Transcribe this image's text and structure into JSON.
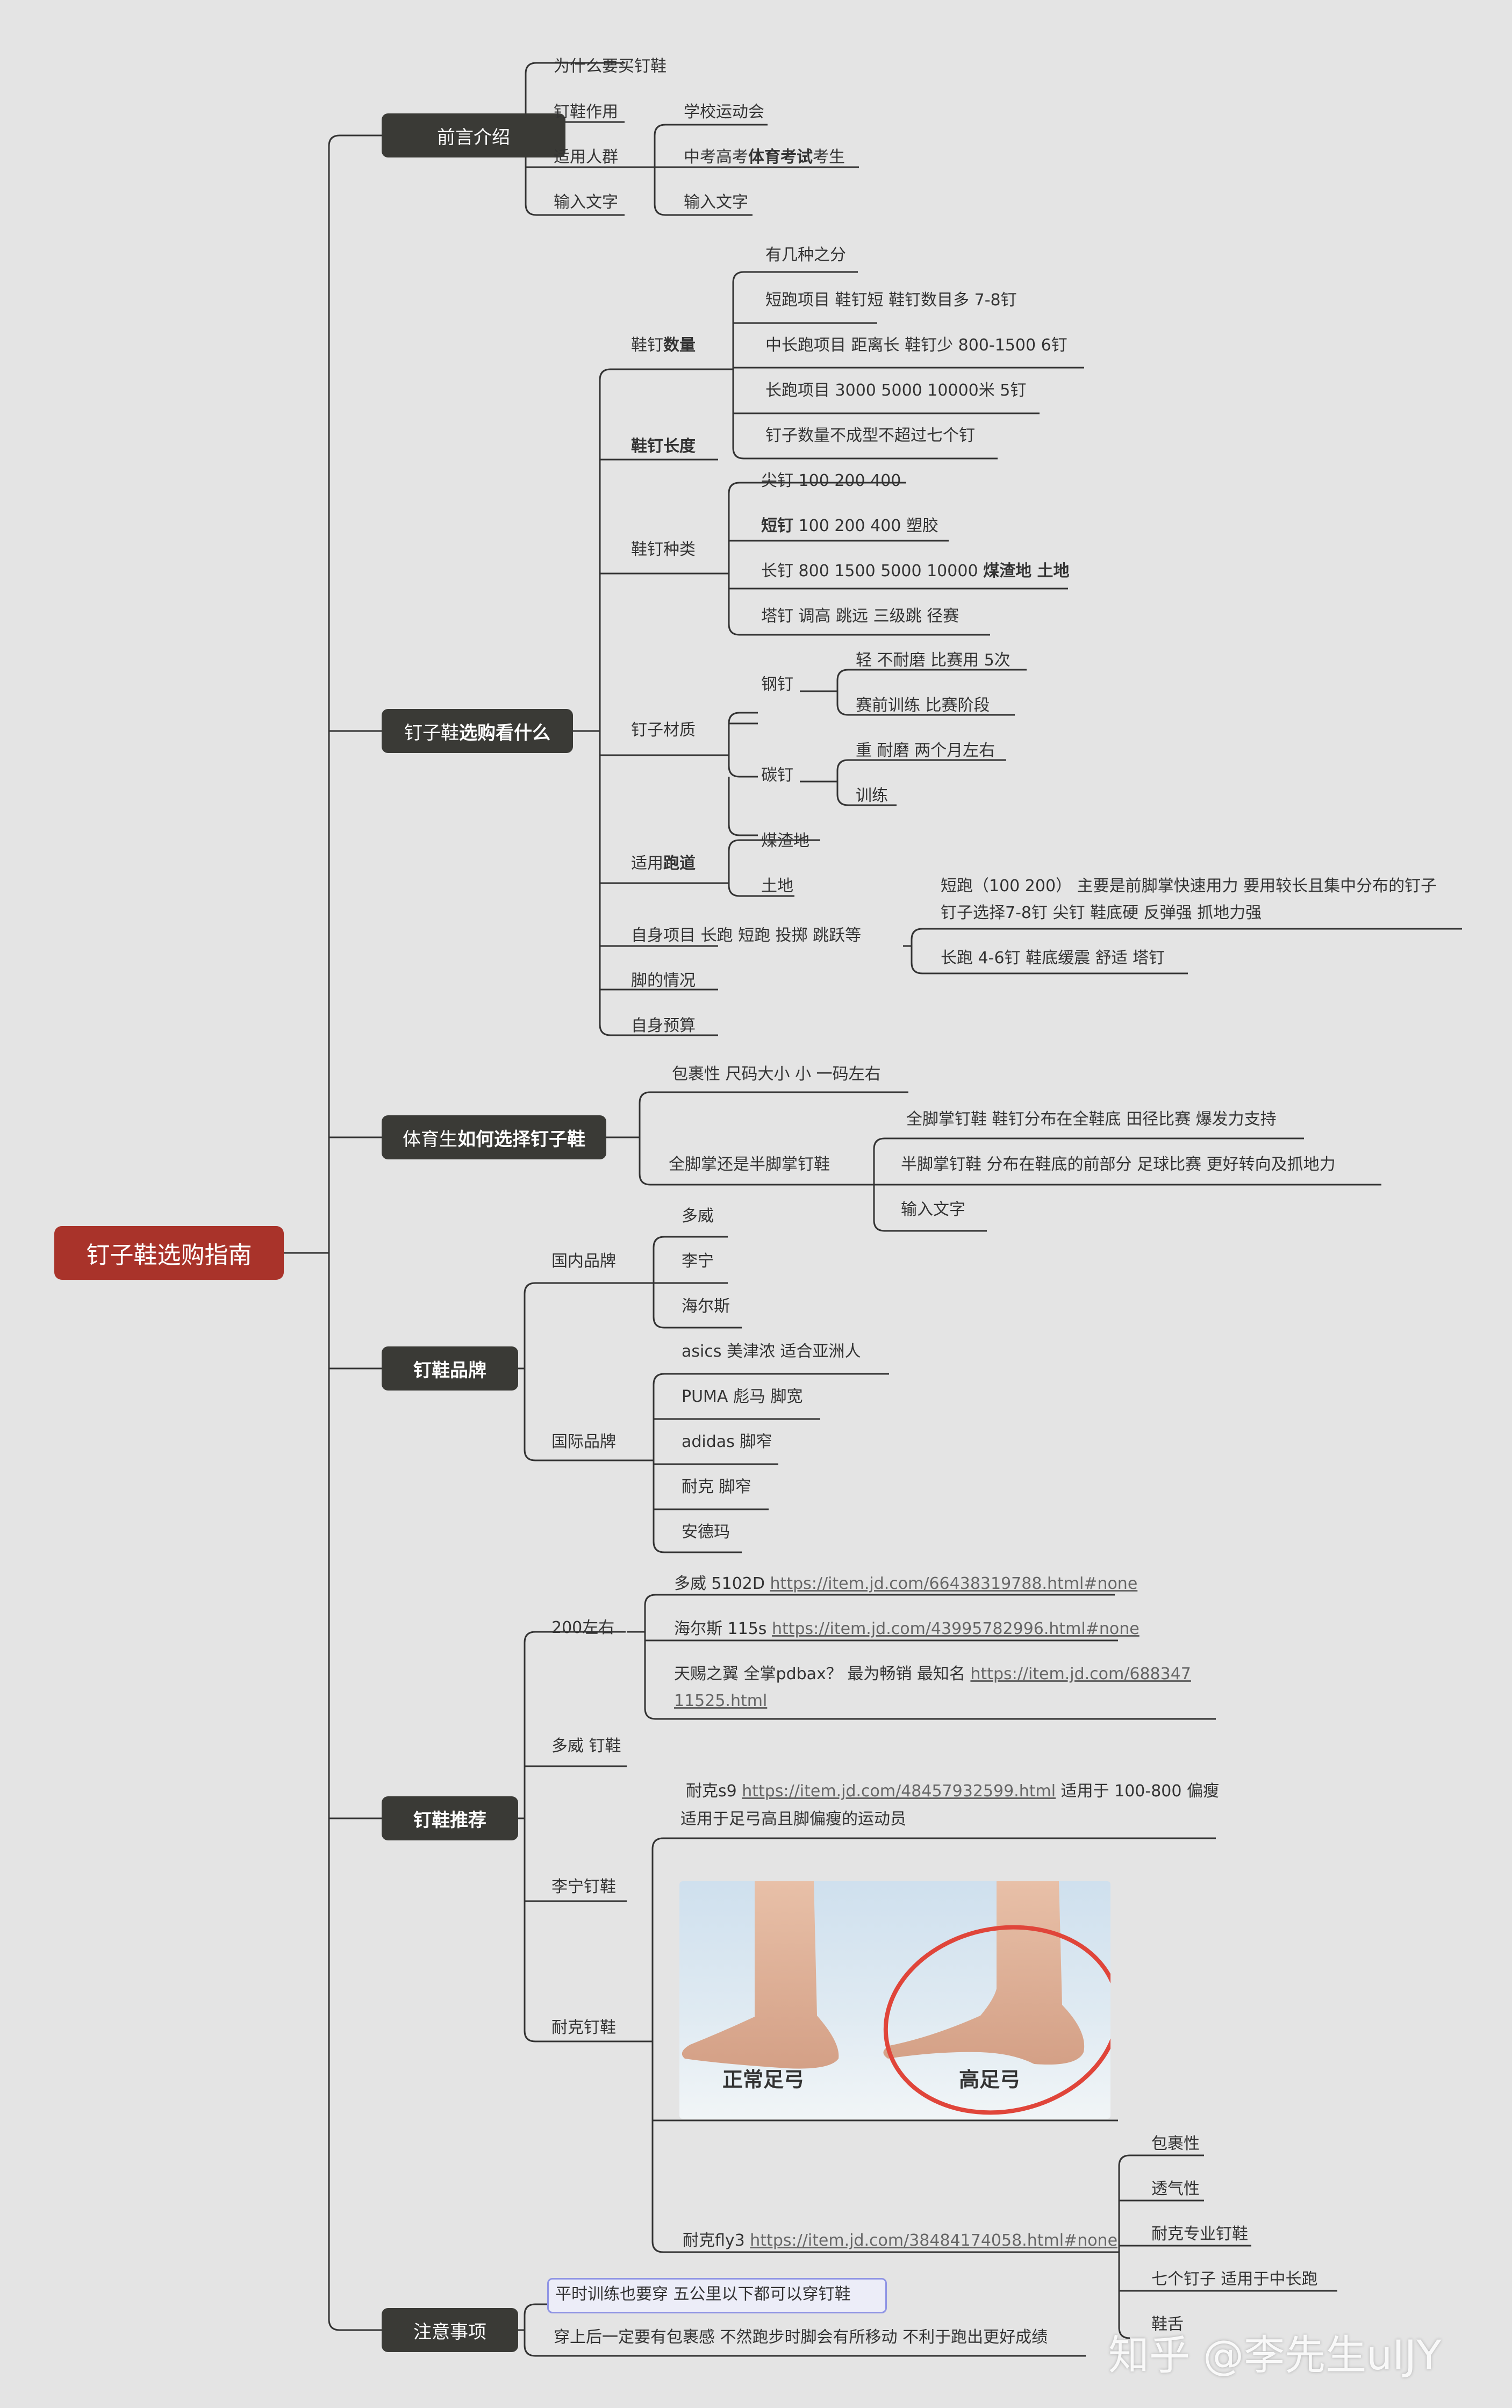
{
  "root": "钉子鞋选购指南",
  "intro": {
    "title": "前言介绍",
    "why": "为什么要买钉鞋",
    "effect": "钉鞋作用",
    "effect_child": "学校运动会",
    "crowd": "适用人群",
    "crowd_child_a": "中考高考",
    "crowd_child_b": "体育考试",
    "crowd_child_c": "考生",
    "input_1": "输入文字",
    "input_2": "输入文字"
  },
  "buy": {
    "title_a": "钉子鞋",
    "title_b": "选购看什么",
    "count_a": "鞋钉",
    "count_b": "数量",
    "count_items": [
      "有几种之分",
      "短跑项目 鞋钉短 鞋钉数目多 7-8钉",
      "中长跑项目 距离长 鞋钉少   800-1500 6钉",
      "长跑项目 3000 5000 10000米   5钉",
      "钉子数量不成型不超过七个钉"
    ],
    "length": "鞋钉长度",
    "kind": "鞋钉种类",
    "kind_items": {
      "k1": "尖钉 100 200 400",
      "k2a": "短钉",
      "k2b": " 100 200  400   塑胶",
      "k3a": "长钉 800 1500   5000 10000  ",
      "k3b": "煤渣地 土地",
      "k4": "塔钉 调高 跳远 三级跳  径赛"
    },
    "material": "钉子材质",
    "steel": "钢钉",
    "steel_items": [
      "轻 不耐磨 比赛用   5次",
      "赛前训练 比赛阶段"
    ],
    "carbon": "碳钉",
    "carbon_items": [
      "重 耐磨 两个月左右",
      "训练"
    ],
    "track_a": "适用",
    "track_b": "跑道",
    "track_items": [
      "煤渣地",
      "土地"
    ],
    "event": "自身项目  长跑 短跑 投掷 跳跃等",
    "event_sprint_1": "短跑（100 200）  主要是前脚掌快速用力 要用较长且集中分布的钉子",
    "event_sprint_2": "钉子选择7-8钉 尖钉 鞋底硬 反弹强 抓地力强",
    "event_long": "长跑    4-6钉 鞋底缓震 舒适 塔钉",
    "foot": "脚的情况",
    "budget": "自身预算"
  },
  "pe": {
    "title_a": "体育生",
    "title_b": "如何选择钉子鞋",
    "wrap": "包裹性 尺码大小  小 一码左右",
    "palm": "全脚掌还是半脚掌钉鞋",
    "palm_items": [
      "全脚掌钉鞋 鞋钉分布在全鞋底    田径比赛 爆发力支持",
      "半脚掌钉鞋 分布在鞋底的前部分    足球比赛 更好转向及抓地力",
      "输入文字"
    ]
  },
  "brand": {
    "title": "钉鞋品牌",
    "domestic": "国内品牌",
    "domestic_items": [
      "多威",
      "李宁",
      "海尔斯"
    ],
    "intl": "国际品牌",
    "intl_items": [
      "asics  美津浓  适合亚洲人",
      "PUMA 彪马  脚宽",
      "adidas 脚窄",
      "耐克 脚窄",
      "安德玛"
    ]
  },
  "rec": {
    "title": "钉鞋推荐",
    "price": "200左右",
    "p1_text": "多威 5102D  ",
    "p1_link": "https://item.jd.com/66438319788.html#none",
    "p2_text": "海尔斯 115s  ",
    "p2_link": "https://item.jd.com/43995782996.html#none",
    "p3_text": "天赐之翼  全掌pdbax？  最为畅销 最知名    ",
    "p3_link_1": "https://item.jd.com/688347",
    "p3_link_2": "11525.html",
    "duowei": "多威 钉鞋",
    "lining": "李宁钉鞋",
    "nike": "耐克钉鞋",
    "s9_a": "耐克s9 ",
    "s9_link": "https://item.jd.com/48457932599.html",
    "s9_b": "  适用于 100-800    偏瘦",
    "s9_line2": "适用于足弓高且脚偏瘦的运动员",
    "img_label_normal": "正常足弓",
    "img_label_high": "高足弓",
    "fly3_a": "耐克fly3 ",
    "fly3_link": "https://item.jd.com/38484174058.html#none",
    "fly3_items": [
      "包裹性",
      "透气性",
      "耐克专业钉鞋",
      "七个钉子 适用于中长跑",
      "鞋舌"
    ]
  },
  "notes": {
    "title": "注意事项",
    "n1": "平时训练也要穿    五公里以下都可以穿钉鞋",
    "n2": "穿上后一定要有包裹感 不然跑步时脚会有所移动 不利于跑出更好成绩"
  },
  "watermark": "知乎 @李先生uIJY",
  "colors": {
    "root": "#a9332a",
    "node": "#3a3a36",
    "background": "#e4e4e4",
    "line": "#333333",
    "circle": "#e0453a"
  }
}
